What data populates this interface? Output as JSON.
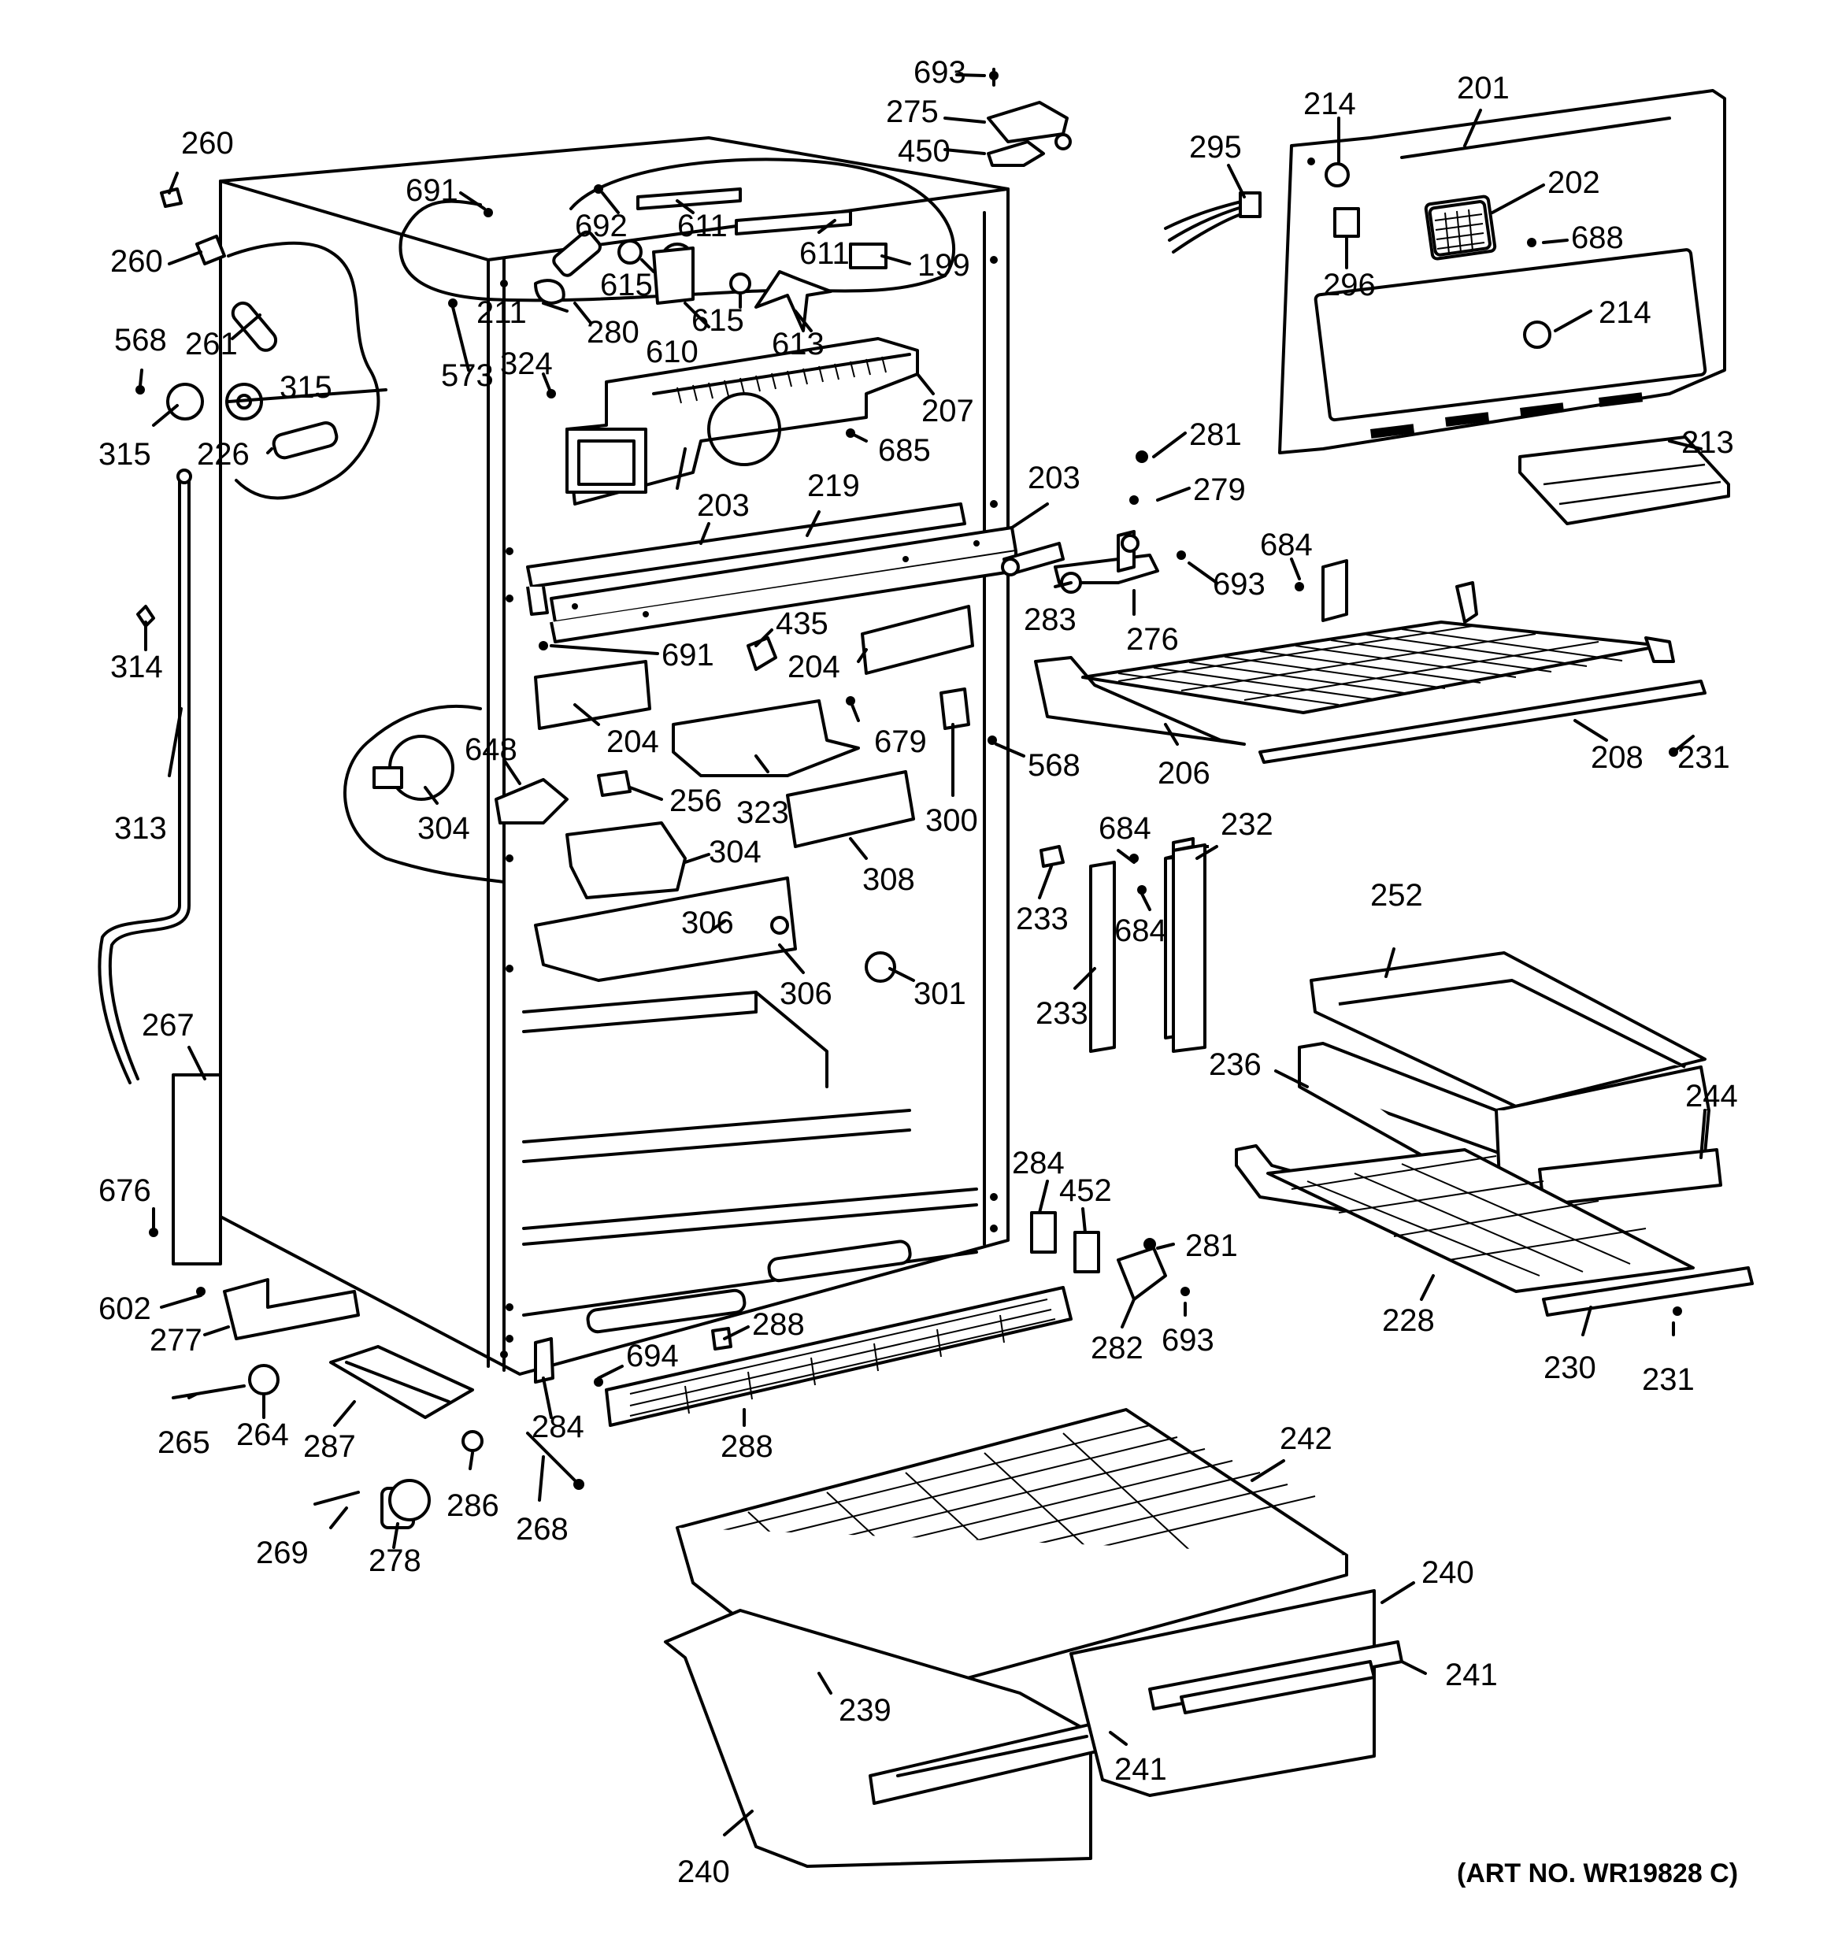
{
  "art_number": "(ART NO. WR19828 C)",
  "callouts": [
    {
      "id": "c693a",
      "text": "693"
    },
    {
      "id": "c275",
      "text": "275"
    },
    {
      "id": "c450",
      "text": "450"
    },
    {
      "id": "c214a",
      "text": "214"
    },
    {
      "id": "c201",
      "text": "201"
    },
    {
      "id": "c295",
      "text": "295"
    },
    {
      "id": "c202",
      "text": "202"
    },
    {
      "id": "c688",
      "text": "688"
    },
    {
      "id": "c296",
      "text": "296"
    },
    {
      "id": "c214b",
      "text": "214"
    },
    {
      "id": "c213",
      "text": "213"
    },
    {
      "id": "c281a",
      "text": "281"
    },
    {
      "id": "c279",
      "text": "279"
    },
    {
      "id": "c684a",
      "text": "684"
    },
    {
      "id": "c693b",
      "text": "693"
    },
    {
      "id": "c276",
      "text": "276"
    },
    {
      "id": "c206",
      "text": "206"
    },
    {
      "id": "c208",
      "text": "208"
    },
    {
      "id": "c231a",
      "text": "231"
    },
    {
      "id": "c260a",
      "text": "260"
    },
    {
      "id": "c691a",
      "text": "691"
    },
    {
      "id": "c692",
      "text": "692"
    },
    {
      "id": "c611a",
      "text": "611"
    },
    {
      "id": "c611b",
      "text": "611"
    },
    {
      "id": "c199",
      "text": "199"
    },
    {
      "id": "c260b",
      "text": "260"
    },
    {
      "id": "c261",
      "text": "261"
    },
    {
      "id": "c211",
      "text": "211"
    },
    {
      "id": "c615a",
      "text": "615"
    },
    {
      "id": "c615b",
      "text": "615"
    },
    {
      "id": "c280",
      "text": "280"
    },
    {
      "id": "c610",
      "text": "610"
    },
    {
      "id": "c613",
      "text": "613"
    },
    {
      "id": "c568a",
      "text": "568"
    },
    {
      "id": "c573",
      "text": "573"
    },
    {
      "id": "c324",
      "text": "324"
    },
    {
      "id": "c315a",
      "text": "315"
    },
    {
      "id": "c207",
      "text": "207"
    },
    {
      "id": "c315b",
      "text": "315"
    },
    {
      "id": "c226",
      "text": "226"
    },
    {
      "id": "c685",
      "text": "685"
    },
    {
      "id": "c219",
      "text": "219"
    },
    {
      "id": "c203a",
      "text": "203"
    },
    {
      "id": "c203b",
      "text": "203"
    },
    {
      "id": "c283",
      "text": "283"
    },
    {
      "id": "c314",
      "text": "314"
    },
    {
      "id": "c435",
      "text": "435"
    },
    {
      "id": "c691b",
      "text": "691"
    },
    {
      "id": "c204a",
      "text": "204"
    },
    {
      "id": "c204b",
      "text": "204"
    },
    {
      "id": "c679",
      "text": "679"
    },
    {
      "id": "c648",
      "text": "648"
    },
    {
      "id": "c568b",
      "text": "568"
    },
    {
      "id": "c256",
      "text": "256"
    },
    {
      "id": "c323",
      "text": "323"
    },
    {
      "id": "c313",
      "text": "313"
    },
    {
      "id": "c304a",
      "text": "304"
    },
    {
      "id": "c300",
      "text": "300"
    },
    {
      "id": "c684b",
      "text": "684"
    },
    {
      "id": "c232",
      "text": "232"
    },
    {
      "id": "c304b",
      "text": "304"
    },
    {
      "id": "c308",
      "text": "308"
    },
    {
      "id": "c233a",
      "text": "233"
    },
    {
      "id": "c684c",
      "text": "684"
    },
    {
      "id": "c252",
      "text": "252"
    },
    {
      "id": "c306a",
      "text": "306"
    },
    {
      "id": "c306b",
      "text": "306"
    },
    {
      "id": "c301",
      "text": "301"
    },
    {
      "id": "c233b",
      "text": "233"
    },
    {
      "id": "c267",
      "text": "267"
    },
    {
      "id": "c236",
      "text": "236"
    },
    {
      "id": "c244",
      "text": "244"
    },
    {
      "id": "c284a",
      "text": "284"
    },
    {
      "id": "c452",
      "text": "452"
    },
    {
      "id": "c676",
      "text": "676"
    },
    {
      "id": "c281b",
      "text": "281"
    },
    {
      "id": "c602",
      "text": "602"
    },
    {
      "id": "c288a",
      "text": "288"
    },
    {
      "id": "c228",
      "text": "228"
    },
    {
      "id": "c277",
      "text": "277"
    },
    {
      "id": "c694",
      "text": "694"
    },
    {
      "id": "c282",
      "text": "282"
    },
    {
      "id": "c693c",
      "text": "693"
    },
    {
      "id": "c230",
      "text": "230"
    },
    {
      "id": "c231b",
      "text": "231"
    },
    {
      "id": "c265",
      "text": "265"
    },
    {
      "id": "c264",
      "text": "264"
    },
    {
      "id": "c287",
      "text": "287"
    },
    {
      "id": "c284b",
      "text": "284"
    },
    {
      "id": "c288b",
      "text": "288"
    },
    {
      "id": "c242",
      "text": "242"
    },
    {
      "id": "c286",
      "text": "286"
    },
    {
      "id": "c268",
      "text": "268"
    },
    {
      "id": "c269",
      "text": "269"
    },
    {
      "id": "c278",
      "text": "278"
    },
    {
      "id": "c240a",
      "text": "240"
    },
    {
      "id": "c241a",
      "text": "241"
    },
    {
      "id": "c239",
      "text": "239"
    },
    {
      "id": "c241b",
      "text": "241"
    },
    {
      "id": "c240b",
      "text": "240"
    }
  ]
}
